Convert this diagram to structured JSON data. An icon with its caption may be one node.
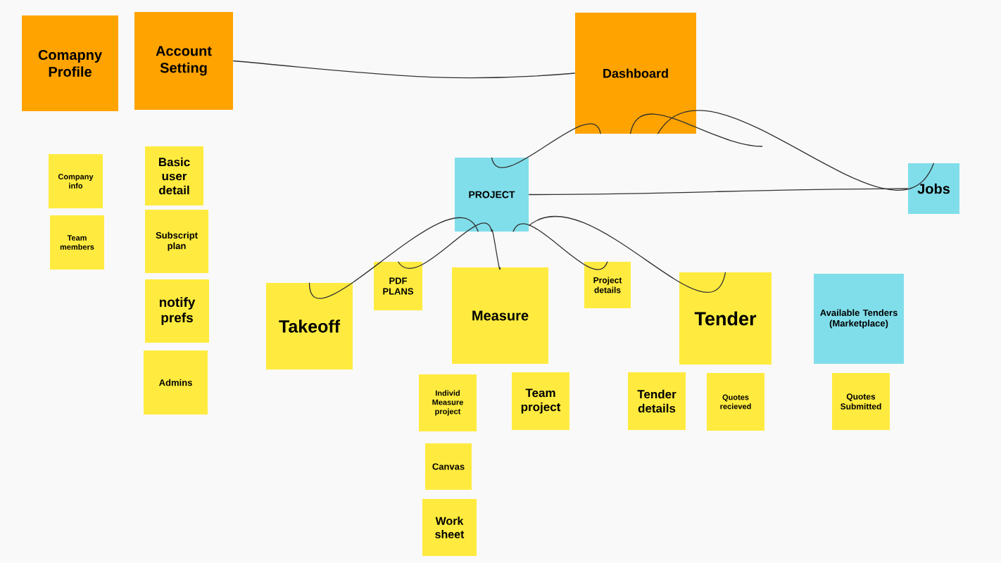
{
  "diagram": {
    "nodes": [
      {
        "text": [
          "Comapny Profile"
        ]
      },
      {
        "text": [
          "Account Setting"
        ]
      },
      {
        "text": [
          "Dashboard"
        ]
      },
      {
        "text": [
          "Company info"
        ]
      },
      {
        "text": [
          "Basic user detail"
        ]
      },
      {
        "text": [
          "Team members"
        ]
      },
      {
        "text": [
          "Subscript plan"
        ]
      },
      {
        "text": [
          "PROJECT"
        ]
      },
      {
        "text": [
          "Jobs"
        ]
      },
      {
        "text": [
          "notify prefs"
        ]
      },
      {
        "text": [
          "Takeoff"
        ]
      },
      {
        "text": [
          "PDF PLANS"
        ]
      },
      {
        "text": [
          "Measure"
        ]
      },
      {
        "text": [
          "Project details"
        ]
      },
      {
        "text": [
          "Tender"
        ]
      },
      {
        "text": [
          "Available Tenders (Marketplace)"
        ]
      },
      {
        "text": [
          "Admins"
        ]
      },
      {
        "text": [
          "Individ Measure project"
        ]
      },
      {
        "text": [
          "Team project"
        ]
      },
      {
        "text": [
          "Tender details"
        ]
      },
      {
        "text": [
          "Quotes recieved"
        ]
      },
      {
        "text": [
          "Quotes Submitted"
        ]
      },
      {
        "text": [
          "Canvas"
        ]
      },
      {
        "text": [
          "Work sheet"
        ]
      }
    ],
    "edges": [
      {
        "from": 1,
        "to": 2,
        "arrow": "none"
      },
      {
        "from": 2,
        "to": 7,
        "arrow": "none"
      },
      {
        "from": 2,
        "to": 8,
        "arrow": "none"
      },
      {
        "from": 2,
        "to": null,
        "arrow": "none"
      },
      {
        "from": 7,
        "to": 8,
        "arrow": "none"
      },
      {
        "from": 7,
        "to": 10,
        "arrow": "none"
      },
      {
        "from": 7,
        "to": 11,
        "arrow": "none"
      },
      {
        "from": 7,
        "to": 12,
        "arrow": "none"
      },
      {
        "from": 7,
        "to": 13,
        "arrow": "none"
      },
      {
        "from": 7,
        "to": 14,
        "arrow": "none"
      }
    ]
  }
}
